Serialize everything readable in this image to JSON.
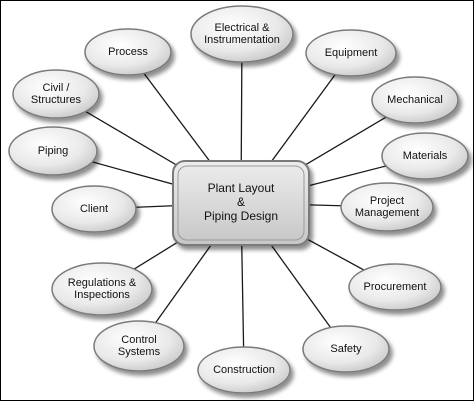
{
  "center": {
    "lines": [
      "Plant Layout",
      "&",
      "Piping Design"
    ]
  },
  "nodes": [
    {
      "id": "electrical",
      "lines": [
        "Electrical &",
        "Instrumentation"
      ]
    },
    {
      "id": "process",
      "lines": [
        "Process"
      ]
    },
    {
      "id": "equipment",
      "lines": [
        "Equipment"
      ]
    },
    {
      "id": "civil",
      "lines": [
        "Civil /",
        "Structures"
      ]
    },
    {
      "id": "mechanical",
      "lines": [
        "Mechanical"
      ]
    },
    {
      "id": "piping",
      "lines": [
        "Piping"
      ]
    },
    {
      "id": "materials",
      "lines": [
        "Materials"
      ]
    },
    {
      "id": "client",
      "lines": [
        "Client"
      ]
    },
    {
      "id": "project-management",
      "lines": [
        "Project",
        "Management"
      ]
    },
    {
      "id": "regulations",
      "lines": [
        "Regulations &",
        "Inspections"
      ]
    },
    {
      "id": "procurement",
      "lines": [
        "Procurement"
      ]
    },
    {
      "id": "control-systems",
      "lines": [
        "Control",
        "Systems"
      ]
    },
    {
      "id": "safety",
      "lines": [
        "Safety"
      ]
    },
    {
      "id": "construction",
      "lines": [
        "Construction"
      ]
    }
  ],
  "colors": {
    "node_fill_light": "#ffffff",
    "node_fill_dark": "#c9c9c9",
    "center_fill": "#d4d4d4",
    "stroke": "#7a7a7a",
    "line": "#1a1a1a"
  }
}
